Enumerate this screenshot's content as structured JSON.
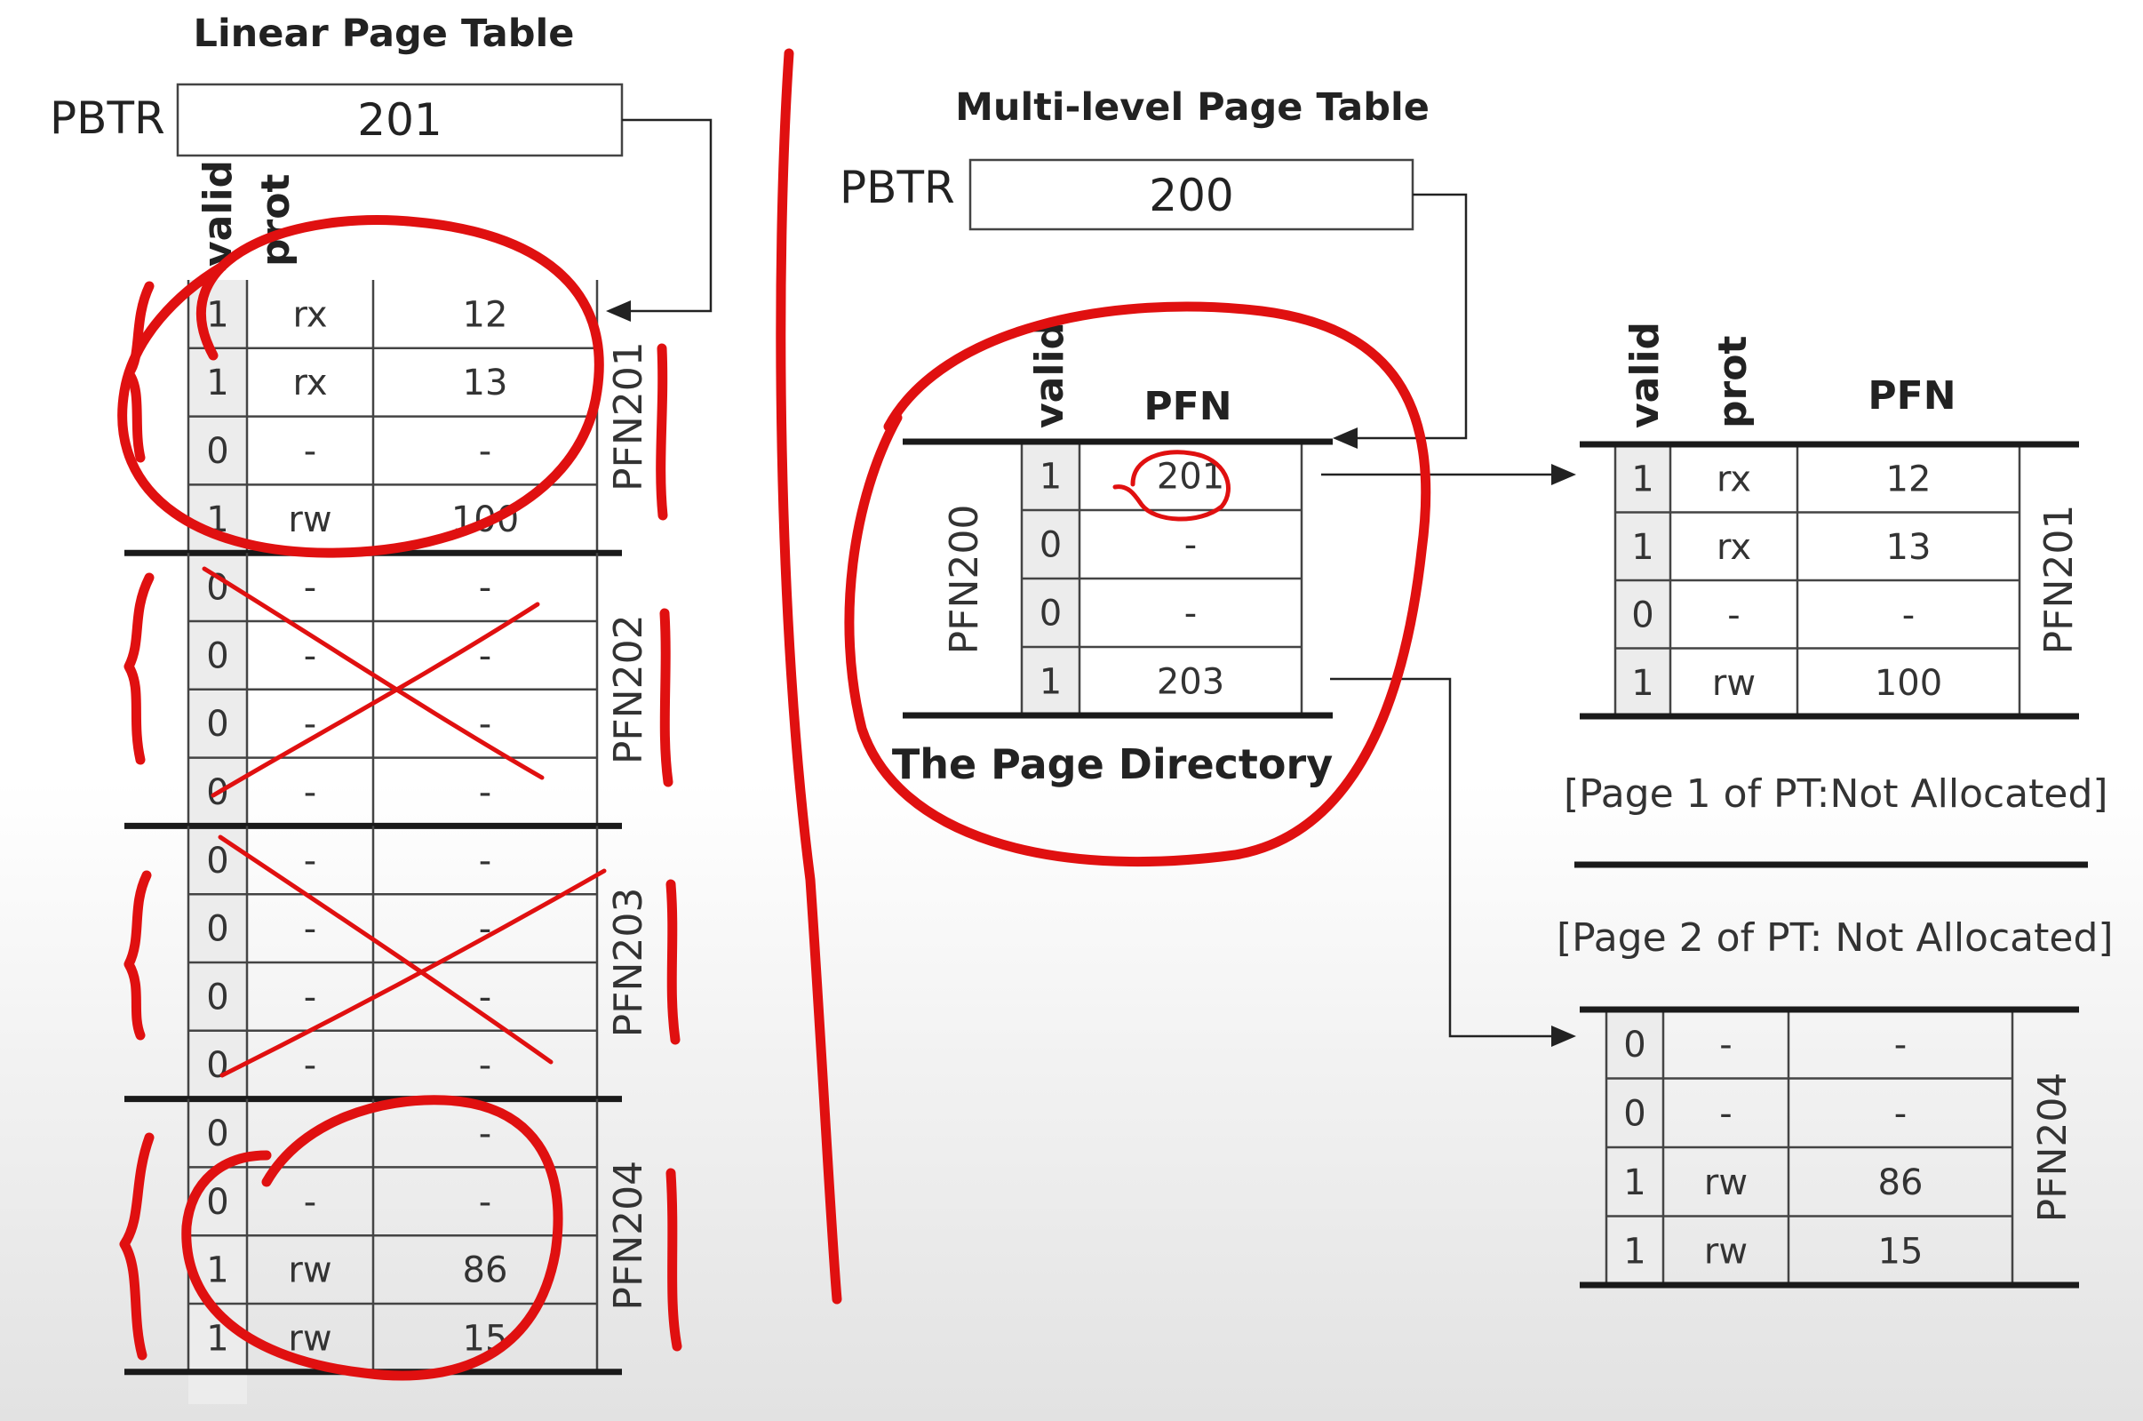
{
  "linear": {
    "title": "Linear Page Table",
    "pbtr_label": "PBTR",
    "pbtr_value": "201",
    "col_valid": "valid",
    "col_prot": "prot",
    "pages": [
      {
        "pfn": "PFN201",
        "rows": [
          [
            "1",
            "rx",
            "12"
          ],
          [
            "1",
            "rx",
            "13"
          ],
          [
            "0",
            "-",
            "-"
          ],
          [
            "1",
            "rw",
            "100"
          ]
        ]
      },
      {
        "pfn": "PFN202",
        "rows": [
          [
            "0",
            "-",
            "-"
          ],
          [
            "0",
            "-",
            "-"
          ],
          [
            "0",
            "-",
            "-"
          ],
          [
            "0",
            "-",
            "-"
          ]
        ]
      },
      {
        "pfn": "PFN203",
        "rows": [
          [
            "0",
            "-",
            "-"
          ],
          [
            "0",
            "-",
            "-"
          ],
          [
            "0",
            "-",
            "-"
          ],
          [
            "0",
            "-",
            "-"
          ]
        ]
      },
      {
        "pfn": "PFN204",
        "rows": [
          [
            "0",
            "-",
            "-"
          ],
          [
            "0",
            "-",
            "-"
          ],
          [
            "1",
            "rw",
            "86"
          ],
          [
            "1",
            "rw",
            "15"
          ]
        ]
      }
    ]
  },
  "multi": {
    "title": "Multi-level Page Table",
    "pbtr_label": "PBTR",
    "pbtr_value": "200",
    "directory": {
      "col_valid": "valid",
      "col_pfn": "PFN",
      "pfn": "PFN200",
      "rows": [
        [
          "1",
          "201"
        ],
        [
          "0",
          "-"
        ],
        [
          "0",
          "-"
        ],
        [
          "1",
          "203"
        ]
      ],
      "caption": "The Page Directory"
    },
    "pt_header": {
      "valid": "valid",
      "prot": "prot",
      "pfn": "PFN"
    },
    "pt_page0": {
      "pfn": "PFN201",
      "rows": [
        [
          "1",
          "rx",
          "12"
        ],
        [
          "1",
          "rx",
          "13"
        ],
        [
          "0",
          "-",
          "-"
        ],
        [
          "1",
          "rw",
          "100"
        ]
      ]
    },
    "note1": "[Page 1 of PT:Not Allocated]",
    "note2": "[Page 2 of PT: Not Allocated]",
    "pt_page3": {
      "pfn": "PFN204",
      "rows": [
        [
          "0",
          "-",
          "-"
        ],
        [
          "0",
          "-",
          "-"
        ],
        [
          "1",
          "rw",
          "86"
        ],
        [
          "1",
          "rw",
          "15"
        ]
      ]
    }
  },
  "colors": {
    "annotation": "#e01010",
    "lines": "#222222"
  }
}
